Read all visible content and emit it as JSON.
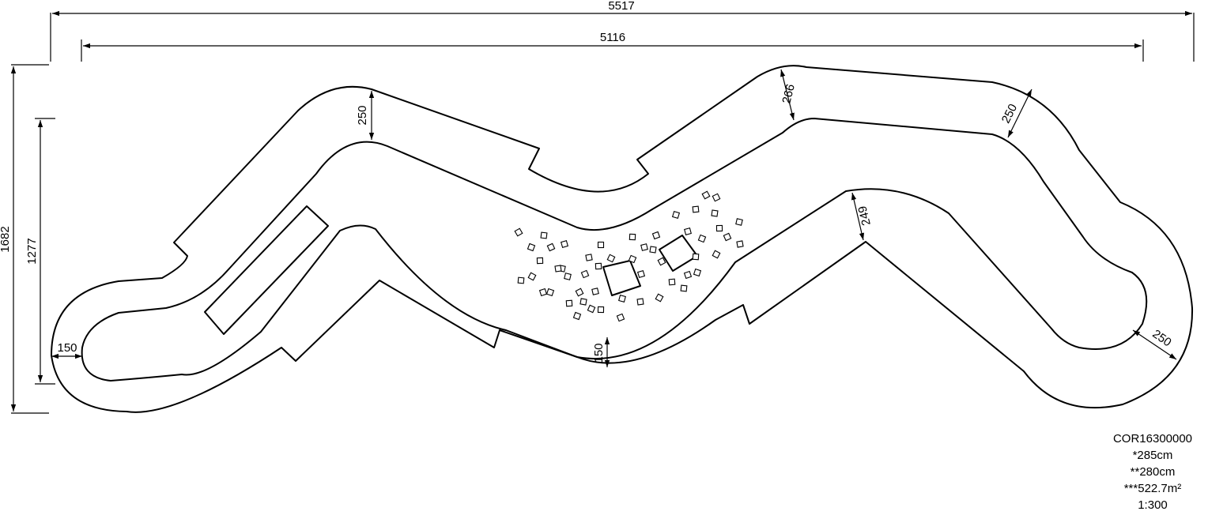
{
  "dimensions": {
    "overall_width": "5517",
    "inner_width": "5116",
    "overall_height": "1682",
    "inner_height": "1277",
    "track_widths": [
      "250",
      "266",
      "250",
      "249",
      "250",
      "150",
      "150"
    ]
  },
  "info": {
    "code": "COR16300000",
    "line1": "*285cm",
    "line2": "**280cm",
    "line3": "***522.7m²",
    "scale": "1:300"
  }
}
